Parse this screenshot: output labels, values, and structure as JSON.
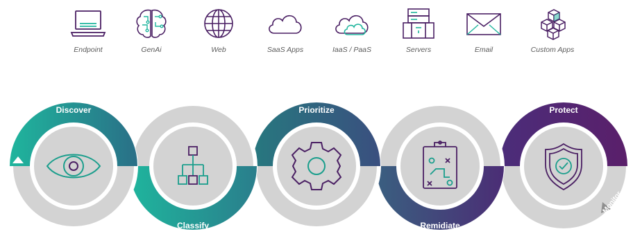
{
  "sources": [
    {
      "label": "Endpoint",
      "icon": "laptop-icon"
    },
    {
      "label": "GenAi",
      "icon": "brain-circuit-icon"
    },
    {
      "label": "Web",
      "icon": "globe-icon"
    },
    {
      "label": "SaaS Apps",
      "icon": "cloud-icon"
    },
    {
      "label": "IaaS / PaaS",
      "icon": "cloud-layered-icon"
    },
    {
      "label": "Servers",
      "icon": "server-rack-icon"
    },
    {
      "label": "Email",
      "icon": "envelope-icon"
    },
    {
      "label": "Custom Apps",
      "icon": "cubes-icon"
    }
  ],
  "stages": [
    {
      "label": "Discover",
      "icon": "eye-icon",
      "color_start": "#1fb59d",
      "color_end": "#2a6f87"
    },
    {
      "label": "Classify",
      "icon": "hierarchy-icon",
      "color_start": "#1fb59d",
      "color_end": "#2a7e8c"
    },
    {
      "label": "Prioritize",
      "icon": "gear-icon",
      "color_start": "#27787f",
      "color_end": "#3a4f7f"
    },
    {
      "label": "Remidiate",
      "icon": "clipboard-strategy-icon",
      "color_start": "#3a5f80",
      "color_end": "#4b2d75"
    },
    {
      "label": "Protect",
      "icon": "shield-check-icon",
      "color_start": "#4b2d7a",
      "color_end": "#5a1f6a"
    }
  ],
  "monitor": {
    "label": "Monitor"
  },
  "colors": {
    "icon_stroke": "#4a1f63",
    "stage_icon": "#1a9e8c",
    "ring_gray": "#d3d3d3",
    "source_label": "#5b5b5b"
  }
}
